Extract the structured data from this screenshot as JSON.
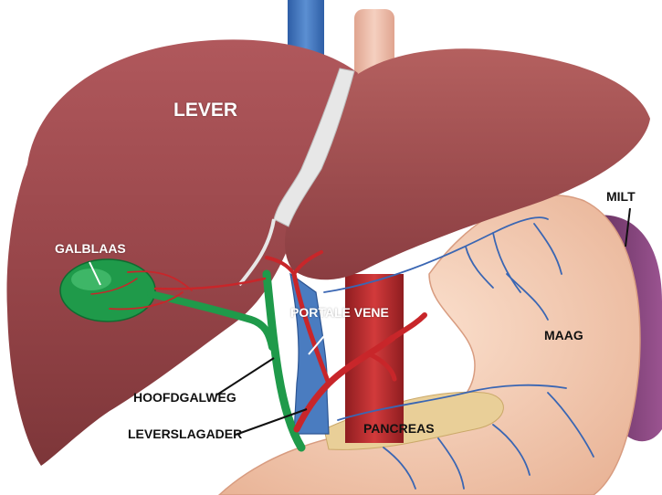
{
  "labels": {
    "lever": "LEVER",
    "galblaas": "GALBLAAS",
    "portale_vene": "PORTALE VENE",
    "hoofdgalweg": "HOOFDGALWEG",
    "leverslagader": "LEVERSLAGADER",
    "pancreas": "PANCREAS",
    "maag": "MAAG",
    "milt": "MILT"
  },
  "colors": {
    "liver": "#9b4a4e",
    "liver_shadow": "#7a3539",
    "liver_highlight": "#b9686b",
    "gallbladder": "#1f9a4a",
    "portal_vein": "#3b6fb0",
    "artery": "#c8262a",
    "aorta": "#b52a2c",
    "stomach": "#f4c9b0",
    "spleen": "#7b3f72",
    "pancreas": "#e9cf98",
    "ligament": "#e7e7e7"
  }
}
